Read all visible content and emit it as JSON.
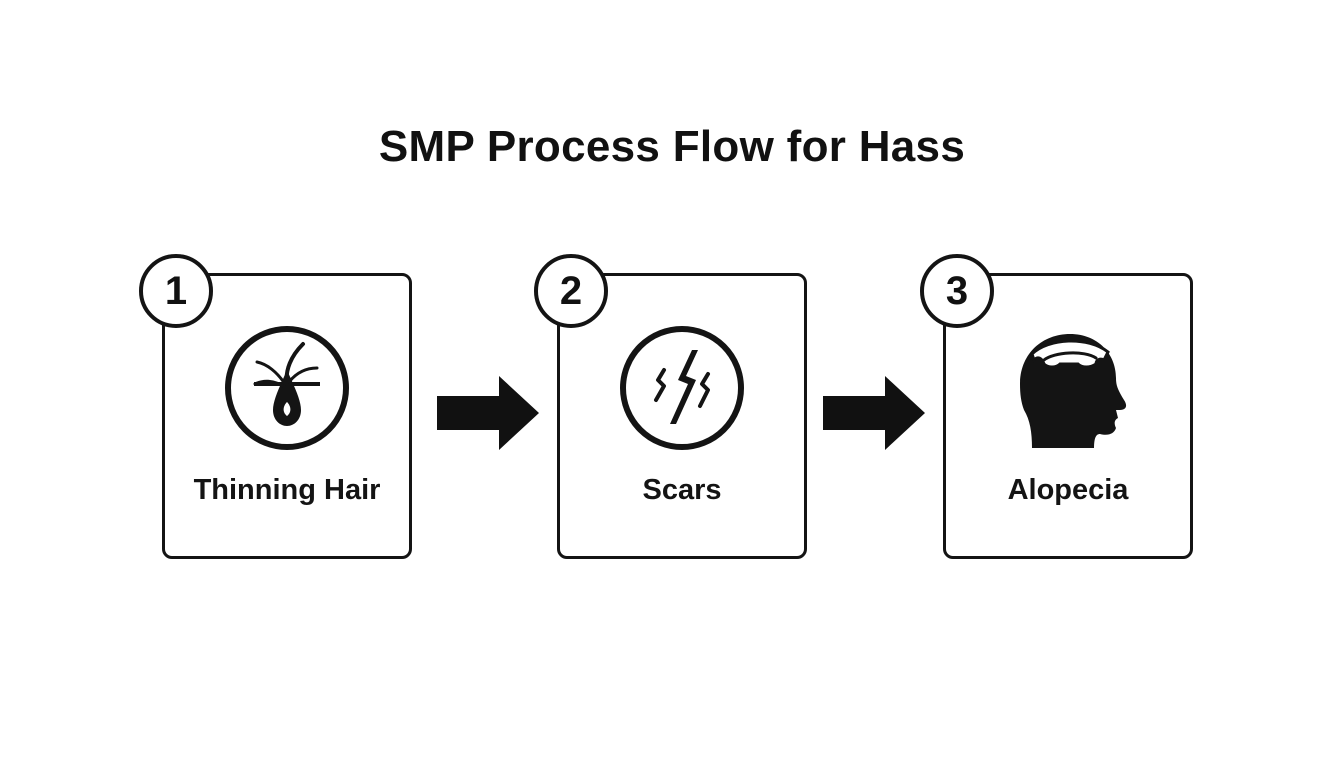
{
  "diagram": {
    "title": "SMP Process Flow for Hass",
    "steps": [
      {
        "number": "1",
        "label": "Thinning Hair",
        "icon": "hair-follicle-icon"
      },
      {
        "number": "2",
        "label": "Scars",
        "icon": "scar-icon"
      },
      {
        "number": "3",
        "label": "Alopecia",
        "icon": "bald-head-icon"
      }
    ],
    "arrows": [
      "arrow-right-icon",
      "arrow-right-icon"
    ],
    "colors": {
      "ink": "#141414",
      "background": "#ffffff"
    }
  }
}
